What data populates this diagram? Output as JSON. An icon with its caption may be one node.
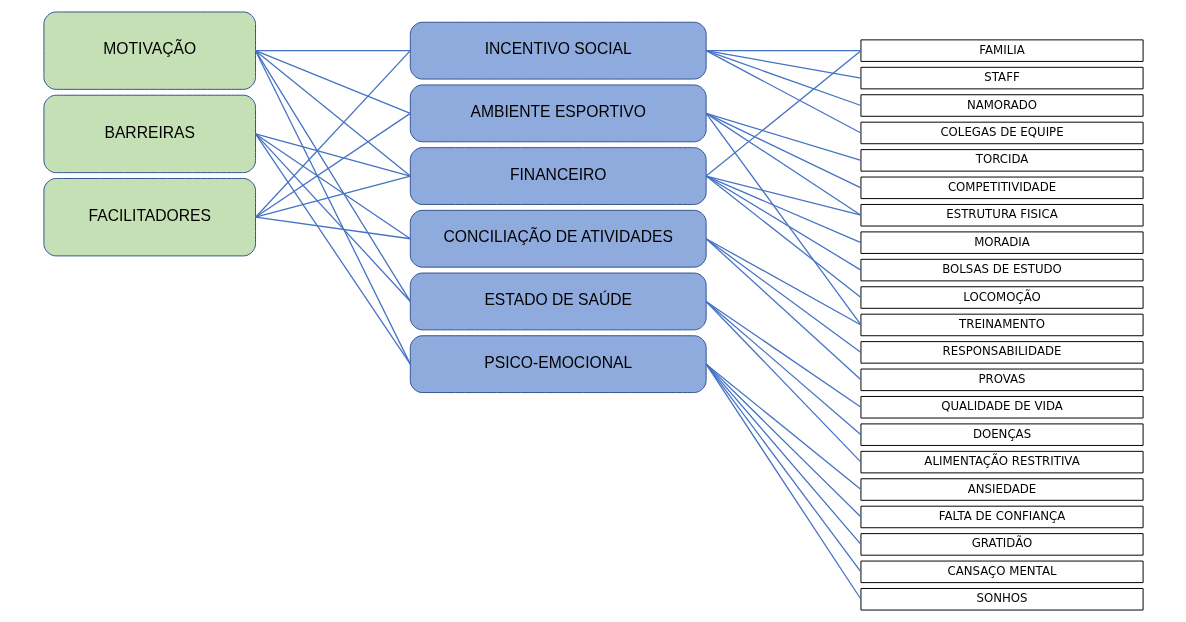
{
  "diagram": {
    "nodes": [
      {
        "text": [
          "MOTIVAÇÃO"
        ]
      },
      {
        "text": [
          "BARREIRAS"
        ]
      },
      {
        "text": [
          "FACILITADORES"
        ]
      },
      {
        "text": [
          "INCENTIVO SOCIAL"
        ]
      },
      {
        "text": [
          "AMBIENTE ESPORTIVO"
        ]
      },
      {
        "text": [
          "FINANCEIRO"
        ]
      },
      {
        "text": [
          "CONCILIAÇÃO DE ATIVIDADES"
        ]
      },
      {
        "text": [
          "ESTADO DE SAÚDE"
        ]
      },
      {
        "text": [
          "PSICO-EMOCIONAL"
        ]
      },
      {
        "text": [
          "FAMILIA"
        ]
      },
      {
        "text": [
          "STAFF"
        ]
      },
      {
        "text": [
          "NAMORADO"
        ]
      },
      {
        "text": [
          "COLEGAS DE EQUIPE"
        ]
      },
      {
        "text": [
          "TORCIDA"
        ]
      },
      {
        "text": [
          "COMPETITIVIDADE"
        ]
      },
      {
        "text": [
          "ESTRUTURA FISICA"
        ]
      },
      {
        "text": [
          "MORADIA"
        ]
      },
      {
        "text": [
          "BOLSAS DE ESTUDO"
        ]
      },
      {
        "text": [
          "LOCOMOÇÃO"
        ]
      },
      {
        "text": [
          "TREINAMENTO"
        ]
      },
      {
        "text": [
          "RESPONSABILIDADE"
        ]
      },
      {
        "text": [
          "PROVAS"
        ]
      },
      {
        "text": [
          "QUALIDADE DE VIDA"
        ]
      },
      {
        "text": [
          "DOENÇAS"
        ]
      },
      {
        "text": [
          "ALIMENTAÇÃO RESTRITIVA"
        ]
      },
      {
        "text": [
          "ANSIEDADE"
        ]
      },
      {
        "text": [
          "FALTA DE CONFIANÇA"
        ]
      },
      {
        "text": [
          "GRATIDÃO"
        ]
      },
      {
        "text": [
          "CANSAÇO MENTAL"
        ]
      },
      {
        "text": [
          "SONHOS"
        ]
      }
    ],
    "edges": [
      {
        "from": 0,
        "to": 3,
        "arrow": "none"
      },
      {
        "from": 0,
        "to": 4,
        "arrow": "none"
      },
      {
        "from": 0,
        "to": 5,
        "arrow": "none"
      },
      {
        "from": 0,
        "to": 7,
        "arrow": "none"
      },
      {
        "from": 0,
        "to": 8,
        "arrow": "none"
      },
      {
        "from": 1,
        "to": 5,
        "arrow": "none"
      },
      {
        "from": 1,
        "to": 6,
        "arrow": "none"
      },
      {
        "from": 1,
        "to": 7,
        "arrow": "none"
      },
      {
        "from": 1,
        "to": 8,
        "arrow": "none"
      },
      {
        "from": 2,
        "to": 3,
        "arrow": "none"
      },
      {
        "from": 2,
        "to": 4,
        "arrow": "none"
      },
      {
        "from": 2,
        "to": 5,
        "arrow": "none"
      },
      {
        "from": 2,
        "to": 6,
        "arrow": "none"
      },
      {
        "from": 3,
        "to": 9,
        "arrow": "none"
      },
      {
        "from": 3,
        "to": 10,
        "arrow": "none"
      },
      {
        "from": 3,
        "to": 11,
        "arrow": "none"
      },
      {
        "from": 3,
        "to": 12,
        "arrow": "none"
      },
      {
        "from": 4,
        "to": 13,
        "arrow": "none"
      },
      {
        "from": 4,
        "to": 14,
        "arrow": "none"
      },
      {
        "from": 4,
        "to": 15,
        "arrow": "none"
      },
      {
        "from": 4,
        "to": 19,
        "arrow": "none"
      },
      {
        "from": 5,
        "to": 9,
        "arrow": "none"
      },
      {
        "from": 5,
        "to": 15,
        "arrow": "none"
      },
      {
        "from": 5,
        "to": 16,
        "arrow": "none"
      },
      {
        "from": 5,
        "to": 17,
        "arrow": "none"
      },
      {
        "from": 5,
        "to": 18,
        "arrow": "none"
      },
      {
        "from": 6,
        "to": 19,
        "arrow": "none"
      },
      {
        "from": 6,
        "to": 20,
        "arrow": "none"
      },
      {
        "from": 6,
        "to": 21,
        "arrow": "none"
      },
      {
        "from": 7,
        "to": 22,
        "arrow": "none"
      },
      {
        "from": 7,
        "to": 23,
        "arrow": "none"
      },
      {
        "from": 7,
        "to": 24,
        "arrow": "none"
      },
      {
        "from": 8,
        "to": 25,
        "arrow": "none"
      },
      {
        "from": 8,
        "to": 26,
        "arrow": "none"
      },
      {
        "from": 8,
        "to": 27,
        "arrow": "none"
      },
      {
        "from": 8,
        "to": 28,
        "arrow": "none"
      },
      {
        "from": 8,
        "to": 29,
        "arrow": "none"
      }
    ]
  }
}
